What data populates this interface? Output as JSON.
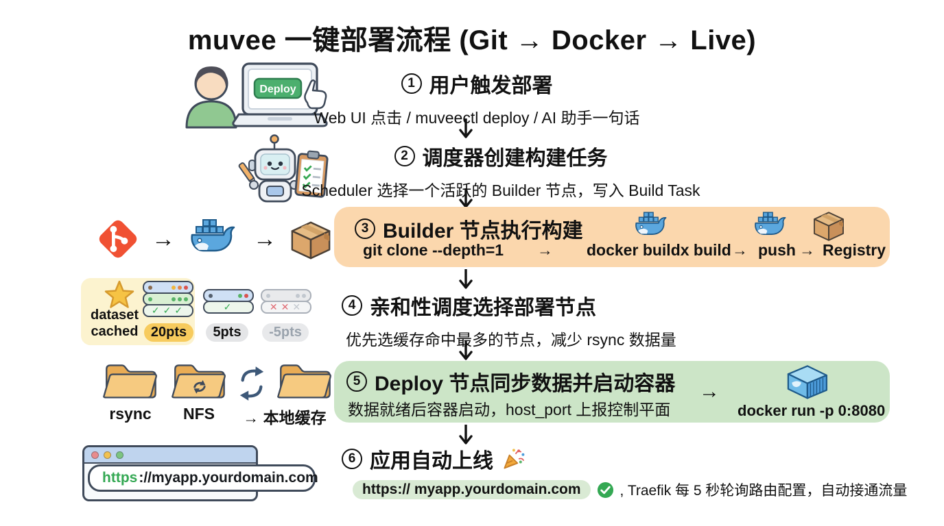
{
  "title": "muvee 一键部署流程 (Git → Docker → Live)",
  "steps": {
    "s1": {
      "num": "1",
      "title": "用户触发部署",
      "subtitle": "Web UI 点击 / muveectl deploy / AI 助手一句话"
    },
    "s2": {
      "num": "2",
      "title": "调度器创建构建任务",
      "subtitle": "Scheduler 选择一个活跃的 Builder 节点，写入 Build Task"
    },
    "s3": {
      "num": "3",
      "title": "Builder 节点执行构建",
      "cmd_clone": "git clone --depth=1",
      "cmd_build": "docker buildx build",
      "cmd_push": "push",
      "registry_label": "Registry",
      "arrow": "→"
    },
    "s4": {
      "num": "4",
      "title": "亲和性调度选择部署节点",
      "subtitle": "优先选缓存命中最多的节点，减少 rsync 数据量"
    },
    "s5": {
      "num": "5",
      "title": "Deploy 节点同步数据并启动容器",
      "subtitle": "数据就绪后容器启动，host_port 上报控制平面",
      "cmd_run": "docker run -p 0:8080",
      "arrow": "→"
    },
    "s6": {
      "num": "6",
      "title": "应用自动上线",
      "url_pill": "https:// myapp.yourdomain.com",
      "tail": ", Traefik 每 5 秒轮询路由配置，自动接通流量"
    }
  },
  "illustrations": {
    "deploy_button_label": "Deploy",
    "flow_arrow": "→",
    "affinity": {
      "label_line1": "dataset",
      "label_line2": "cached",
      "score_high": "20pts",
      "score_mid": "5pts",
      "score_low": "-5pts",
      "check": "✓",
      "cross": "✕"
    },
    "folders": {
      "f1_label": "rsync",
      "f2_label": "NFS",
      "f3_label": "→ 本地缓存"
    },
    "browser": {
      "scheme": "https",
      "url_rest": "://myapp.yourdomain.com"
    }
  },
  "colors": {
    "build_box_bg": "#FBD7AD",
    "deploy_box_bg": "#CCE5C7",
    "affinity_highlight_bg": "#FCF3CF",
    "score_high_badge": "#F7CB5D",
    "score_badge_gray": "#E4E5E7",
    "url_pill_bg": "#D9EAD4",
    "deploy_button": "#4CAF6E",
    "git_orange": "#F05133",
    "docker_blue": "#5BA7DE",
    "folder_tan": "#F6CA80",
    "check_green": "#2FA84F",
    "cross_red": "#E06C75"
  }
}
